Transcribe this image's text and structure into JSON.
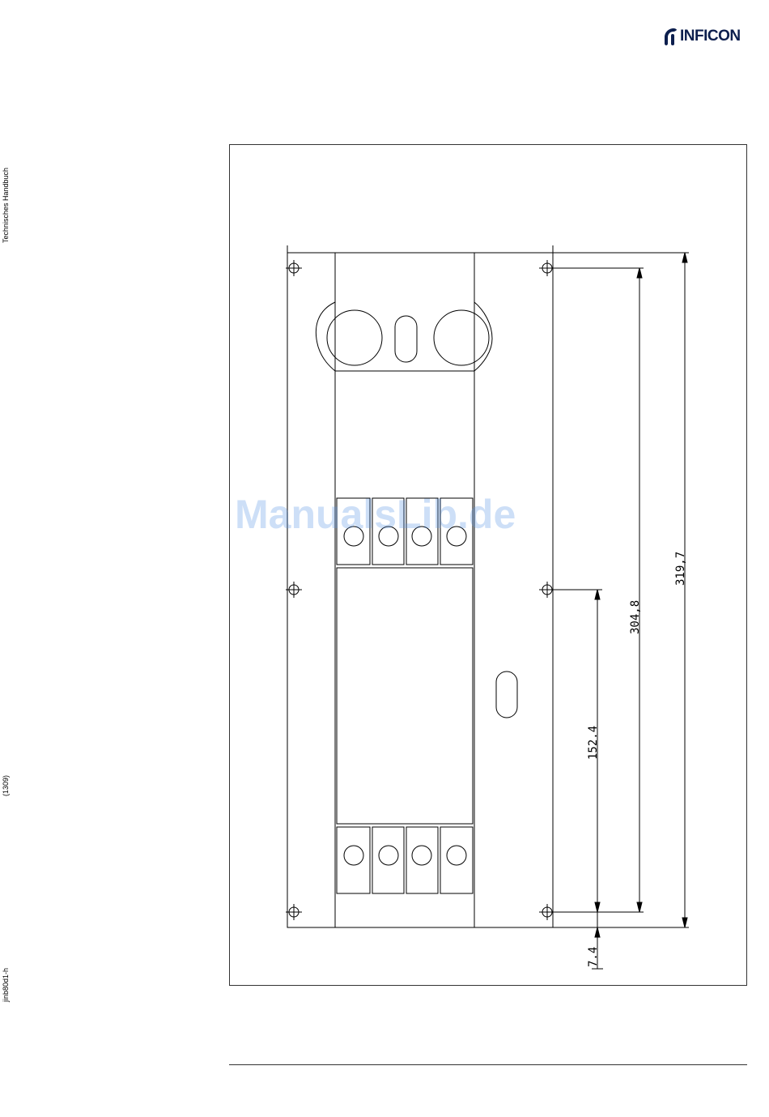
{
  "brand": {
    "logo_text": "INFICON",
    "accent": "#0d1f4e"
  },
  "sidebar": {
    "title": "Technisches Handbuch",
    "revision": "(1309)",
    "doc_id": "jinb80d1-h"
  },
  "drawing": {
    "dimensions": {
      "d1": "319,7",
      "d2": "304,8",
      "d3": "152.4",
      "d4": "7.4"
    }
  },
  "watermark": "ManualsLib.de"
}
